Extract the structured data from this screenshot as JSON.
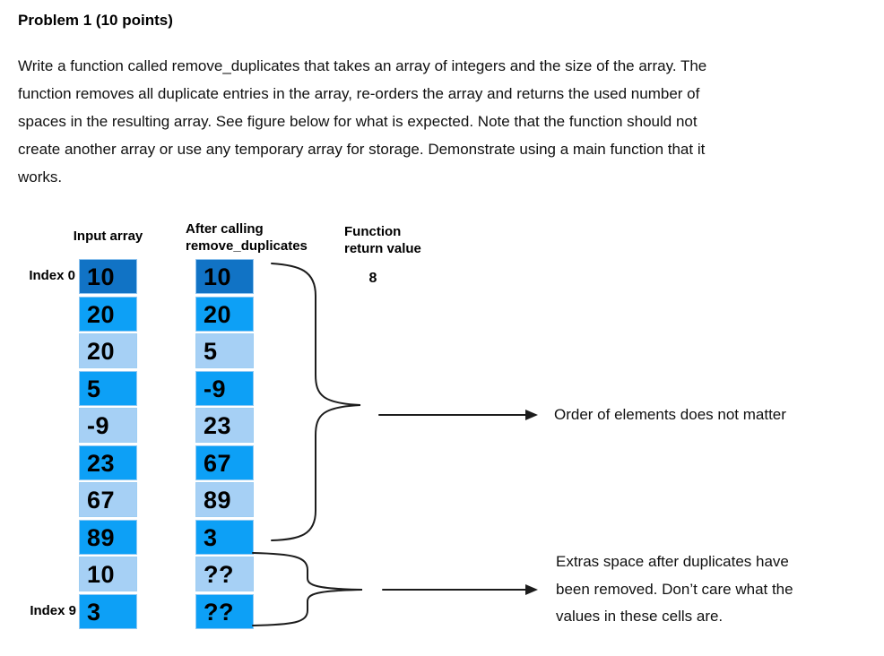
{
  "title": "Problem 1 (10 points)",
  "intro": {
    "lines": [
      "Write a function called remove_duplicates that takes an array of integers and the size of the array. The",
      "function removes all duplicate entries in the array, re-orders the array and returns the used number of",
      "spaces in the resulting array. See figure below for what is expected. Note that the function should not",
      "create another array or use any temporary array for storage. Demonstrate using a main function that it",
      "works."
    ]
  },
  "diagram": {
    "input_header": "Input array",
    "result_header_line1": "After calling",
    "result_header_line2": "remove_duplicates",
    "return_header_line1": "Function",
    "return_header_line2": "return value",
    "return_value": "8",
    "index_top_label": "Index 0",
    "index_bottom_label": "Index 9",
    "colors": {
      "dark": "#1173c5",
      "mid": "#0da0f6",
      "light": "#a6d0f5"
    },
    "input_cells": [
      {
        "v": "10",
        "tone": "dark"
      },
      {
        "v": "20",
        "tone": "mid"
      },
      {
        "v": "20",
        "tone": "light"
      },
      {
        "v": "5",
        "tone": "mid"
      },
      {
        "v": "-9",
        "tone": "light"
      },
      {
        "v": "23",
        "tone": "mid"
      },
      {
        "v": "67",
        "tone": "light"
      },
      {
        "v": "89",
        "tone": "mid"
      },
      {
        "v": "10",
        "tone": "light"
      },
      {
        "v": "3",
        "tone": "mid"
      }
    ],
    "result_cells": [
      {
        "v": "10",
        "tone": "dark"
      },
      {
        "v": "20",
        "tone": "mid"
      },
      {
        "v": "5",
        "tone": "light"
      },
      {
        "v": "-9",
        "tone": "mid"
      },
      {
        "v": "23",
        "tone": "light"
      },
      {
        "v": "67",
        "tone": "mid"
      },
      {
        "v": "89",
        "tone": "light"
      },
      {
        "v": "3",
        "tone": "mid"
      },
      {
        "v": "??",
        "tone": "light"
      },
      {
        "v": "??",
        "tone": "mid"
      }
    ],
    "annotation_order": "Order of elements does not matter",
    "annotation_extras_lines": [
      "Extras space after duplicates have",
      "been removed. Don’t care what the",
      "values in these cells are."
    ]
  }
}
